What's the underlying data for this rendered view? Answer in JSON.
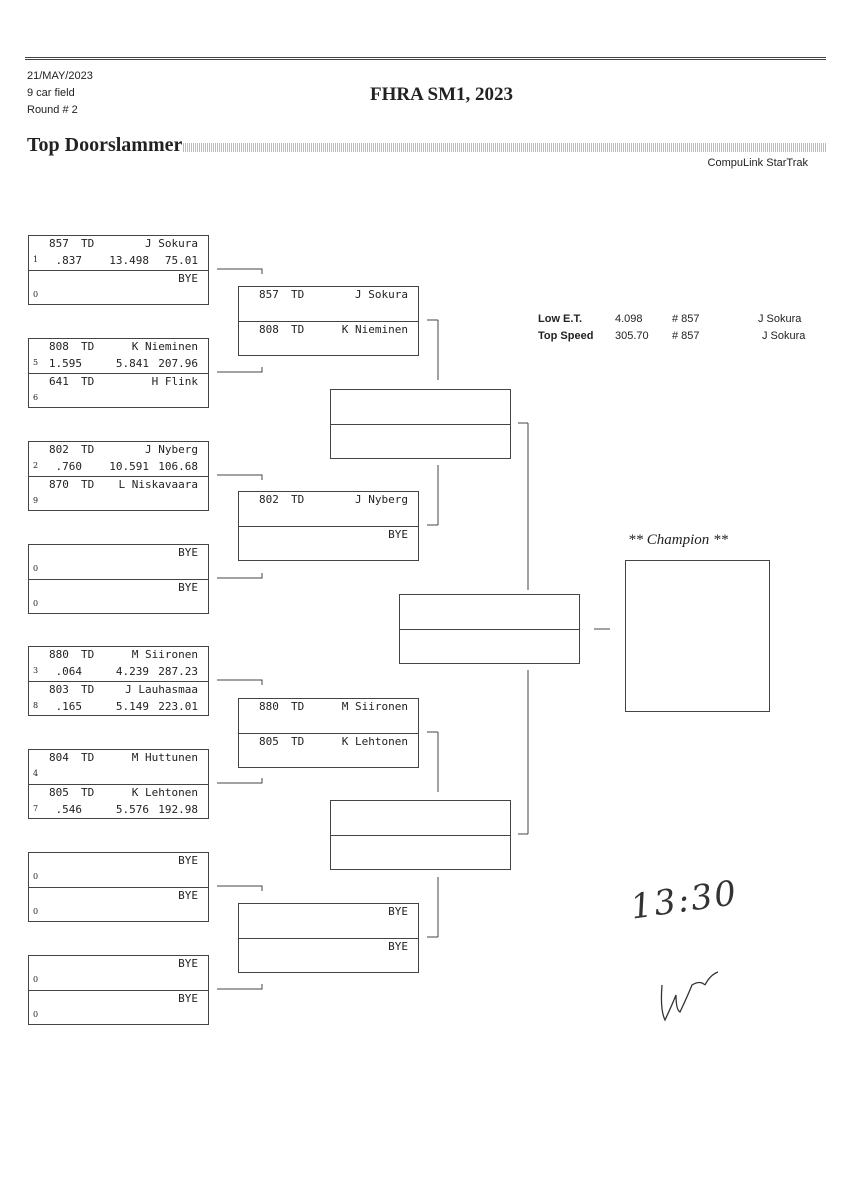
{
  "header": {
    "date": "21/MAY/2023",
    "field": "9 car field",
    "round": "Round # 2",
    "event": "FHRA SM1, 2023",
    "class": "Top Doorslammer",
    "credit": "CompuLink StarTrak"
  },
  "round1": [
    [
      {
        "car": "857",
        "cls": "TD",
        "name": "J Sokura",
        "seed": "1",
        "rt": ".837",
        "et": "13.498",
        "mph": "75.01"
      },
      {
        "car": "",
        "cls": "",
        "name": "BYE",
        "seed": "0",
        "rt": "",
        "et": "",
        "mph": ""
      }
    ],
    [
      {
        "car": "808",
        "cls": "TD",
        "name": "K Nieminen",
        "seed": "5",
        "rt": "1.595",
        "et": "5.841",
        "mph": "207.96"
      },
      {
        "car": "641",
        "cls": "TD",
        "name": "H Flink",
        "seed": "6",
        "rt": "",
        "et": "",
        "mph": ""
      }
    ],
    [
      {
        "car": "802",
        "cls": "TD",
        "name": "J Nyberg",
        "seed": "2",
        "rt": ".760",
        "et": "10.591",
        "mph": "106.68"
      },
      {
        "car": "870",
        "cls": "TD",
        "name": "L Niskavaara",
        "seed": "9",
        "rt": "",
        "et": "",
        "mph": ""
      }
    ],
    [
      {
        "car": "",
        "cls": "",
        "name": "BYE",
        "seed": "0",
        "rt": "",
        "et": "",
        "mph": ""
      },
      {
        "car": "",
        "cls": "",
        "name": "BYE",
        "seed": "0",
        "rt": "",
        "et": "",
        "mph": ""
      }
    ],
    [
      {
        "car": "880",
        "cls": "TD",
        "name": "M Siironen",
        "seed": "3",
        "rt": ".064",
        "et": "4.239",
        "mph": "287.23"
      },
      {
        "car": "803",
        "cls": "TD",
        "name": "J Lauhasmaa",
        "seed": "8",
        "rt": ".165",
        "et": "5.149",
        "mph": "223.01"
      }
    ],
    [
      {
        "car": "804",
        "cls": "TD",
        "name": "M Huttunen",
        "seed": "4",
        "rt": "",
        "et": "",
        "mph": ""
      },
      {
        "car": "805",
        "cls": "TD",
        "name": "K Lehtonen",
        "seed": "7",
        "rt": ".546",
        "et": "5.576",
        "mph": "192.98"
      }
    ],
    [
      {
        "car": "",
        "cls": "",
        "name": "BYE",
        "seed": "0",
        "rt": "",
        "et": "",
        "mph": ""
      },
      {
        "car": "",
        "cls": "",
        "name": "BYE",
        "seed": "0",
        "rt": "",
        "et": "",
        "mph": ""
      }
    ],
    [
      {
        "car": "",
        "cls": "",
        "name": "BYE",
        "seed": "0",
        "rt": "",
        "et": "",
        "mph": ""
      },
      {
        "car": "",
        "cls": "",
        "name": "BYE",
        "seed": "0",
        "rt": "",
        "et": "",
        "mph": ""
      }
    ]
  ],
  "round2": [
    [
      {
        "car": "857",
        "cls": "TD",
        "name": "J Sokura"
      },
      {
        "car": "808",
        "cls": "TD",
        "name": "K Nieminen"
      }
    ],
    [
      {
        "car": "802",
        "cls": "TD",
        "name": "J Nyberg"
      },
      {
        "car": "",
        "cls": "",
        "name": "BYE"
      }
    ],
    [
      {
        "car": "880",
        "cls": "TD",
        "name": "M Siironen"
      },
      {
        "car": "805",
        "cls": "TD",
        "name": "K Lehtonen"
      }
    ],
    [
      {
        "car": "",
        "cls": "",
        "name": "BYE"
      },
      {
        "car": "",
        "cls": "",
        "name": "BYE"
      }
    ]
  ],
  "stats": {
    "low_et": {
      "label": "Low  E.T.",
      "value": "4.098",
      "car": "# 857",
      "name": "J Sokura"
    },
    "top_speed": {
      "label": "Top Speed",
      "value": "305.70",
      "car": "# 857",
      "name": "J Sokura"
    }
  },
  "champion_label": "** Champion **",
  "handwritten": {
    "time": "13:30"
  }
}
